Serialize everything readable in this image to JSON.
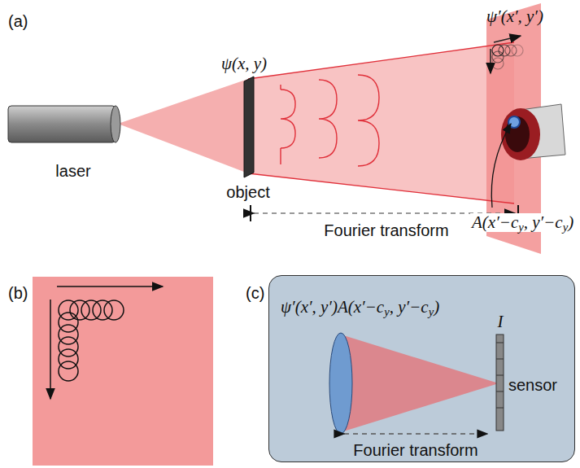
{
  "diagram": {
    "nodes": [
      {
        "text": [
          "ψ′(x′, y′)A(x′−cy, y′−cy)",
          "I",
          "sensor",
          "Fourier transform"
        ]
      }
    ],
    "labels": [
      "(a)",
      "laser",
      "ψ(x, y)",
      "object",
      "ψ′(x′, y′)",
      "A(x′−cy, y′−cy)",
      "Fourier transform",
      "(b)",
      "(c)"
    ]
  }
}
